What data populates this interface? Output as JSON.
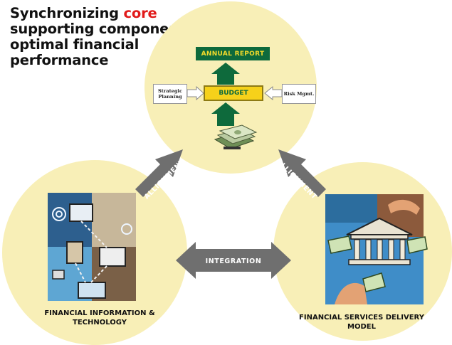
{
  "headline": {
    "line1_before": "Synchronizing ",
    "line1_accent": "core",
    "rest": "supporting components for optimal financial performance"
  },
  "budget_diagram": {
    "annual_report": "ANNUAL REPORT",
    "budget": "BUDGET",
    "strategic_planning": "Strategic Planning",
    "risk_mgmt": "Risk Mgmt."
  },
  "arrows": {
    "alignment_left": "ALLIGNMENT",
    "alignment_right": "ALLIGNMENT",
    "integration": "INTEGRATION"
  },
  "labels": {
    "financial_info_tech": "FINANCIAL INFORMATION & TECHNOLOGY",
    "financial_services": "FINANCIAL SERVICES DELIVERY MODEL"
  },
  "colors": {
    "circle_fill": "#f8efb7",
    "arrow_gray": "#6f6f6f",
    "report_green": "#0e6a3c",
    "budget_yellow": "#f6d11a",
    "accent_red": "#e11a1a"
  },
  "icons": [
    "money-stack-icon",
    "technology-illustration-icon",
    "financial-services-illustration-icon"
  ]
}
